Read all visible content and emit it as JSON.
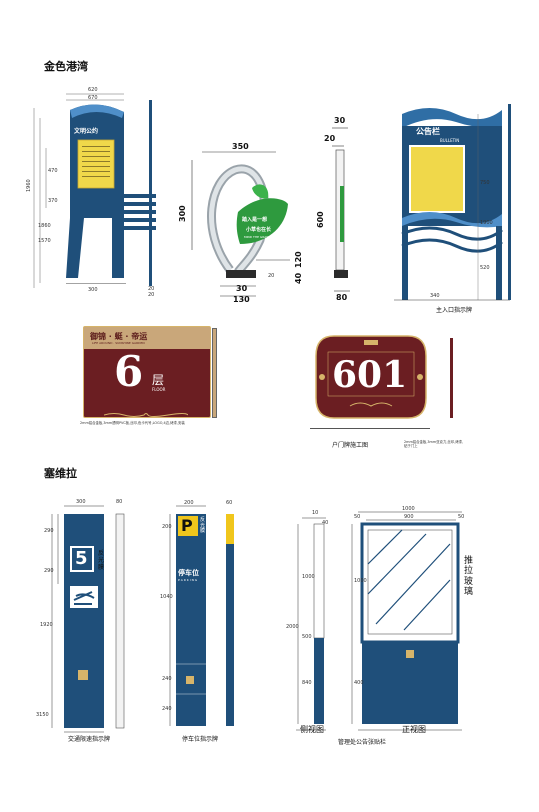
{
  "section1": {
    "title": "金色港湾"
  },
  "section2": {
    "title": "塞维拉"
  },
  "sign_civil": {
    "title": "文明公约",
    "dims": [
      "620",
      "670",
      "1960",
      "1860",
      "470",
      "370",
      "1570",
      "300",
      "20",
      "20"
    ]
  },
  "sign_leaf": {
    "dims": {
      "w": "350",
      "h": "300",
      "h2": "120",
      "h3": "40",
      "b1": "30",
      "b2": "130",
      "s": "20"
    },
    "leaf_text1": "踏入是一想",
    "leaf_text2": "小草也在长",
    "leaf_text3": "MIND THE GRASS"
  },
  "sign_side": {
    "dims": {
      "t1": "30",
      "t2": "20",
      "h": "600",
      "b": "80"
    }
  },
  "sign_board": {
    "title": "公告栏",
    "subtitle": "BULLETIN",
    "caption": "主入口指示牌",
    "dims": [
      "750",
      "1900",
      "520",
      "340"
    ]
  },
  "floor_sign": {
    "top": "御锦 · 蜓 · 帝运",
    "top_en": "LIFE AROUND · SUNSHINE GARDEN",
    "number": "6",
    "unit": "层",
    "unit_en": "FLOOR",
    "note": "2mm铝合金板,3mm透明PVC板,丝印,色卡代号,LOGO,4边,烤漆,安装"
  },
  "door_sign": {
    "number": "601",
    "caption": "户门牌施工图",
    "note": "2mm铝合金板,3mm亚克力,丝印,烤漆,贴于门上"
  },
  "speed_sign": {
    "number": "5",
    "side_text": "反光膜",
    "caption": "交通限速指示牌",
    "dims": [
      "300",
      "80",
      "290",
      "290",
      "1920",
      "3150"
    ]
  },
  "parking_sign": {
    "letter": "P",
    "side_text": "反光膜",
    "text": "停车位",
    "text_en": "P A R K I N G",
    "caption": "停车位指示牌",
    "dims": [
      "200",
      "60",
      "200",
      "1040",
      "240",
      "240"
    ]
  },
  "bulletin_glass": {
    "side_text": "推拉玻璃",
    "caption_side": "侧视图",
    "caption_front": "正视图",
    "caption": "管理处公告张贴栏",
    "dims": [
      "10",
      "40",
      "1000",
      "900",
      "50",
      "50",
      "1000",
      "2000",
      "500",
      "840",
      "1000",
      "400"
    ]
  },
  "colors": {
    "navy": "#1f4f7a",
    "brown": "#6b1e22",
    "gold": "#d6b46a",
    "green": "#2e9a3e",
    "yellow": "#f0c61c"
  }
}
